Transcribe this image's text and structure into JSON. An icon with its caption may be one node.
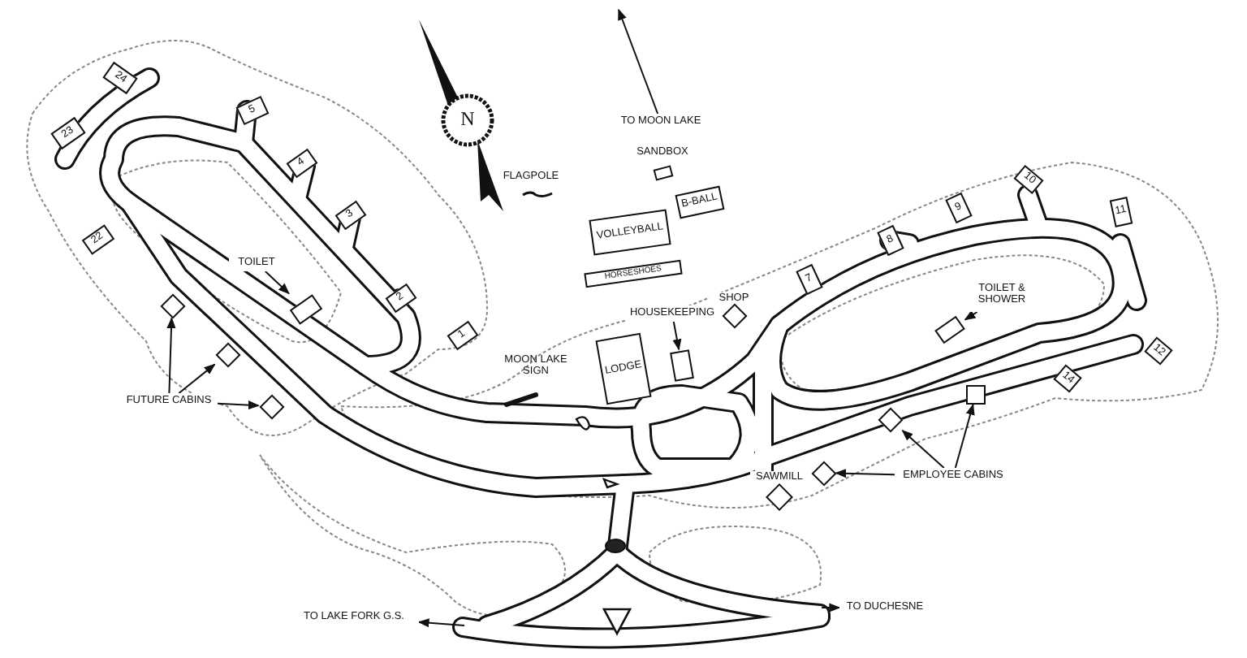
{
  "diagram": {
    "nodes": [
      {
        "text": [
          "24"
        ]
      },
      {
        "text": [
          "23"
        ]
      },
      {
        "text": [
          "5"
        ]
      },
      {
        "text": [
          "4"
        ]
      },
      {
        "text": [
          "3"
        ]
      },
      {
        "text": [
          "22"
        ]
      },
      {
        "text": [
          "2"
        ]
      },
      {
        "text": [
          "1"
        ]
      },
      {
        "text": [
          "TOILET"
        ]
      },
      {
        "text": [],
        "shape": "box"
      },
      {
        "text": [
          "FUTURE CABINS"
        ]
      },
      {
        "text": [],
        "shape": "diamond"
      },
      {
        "text": [],
        "shape": "diamond"
      },
      {
        "text": [],
        "shape": "diamond"
      },
      {
        "text": [
          "SANDBOX"
        ]
      },
      {
        "text": [
          "B-BALL"
        ]
      },
      {
        "text": [
          "VOLLEYBALL"
        ]
      },
      {
        "text": [
          "HORSESHOES"
        ]
      },
      {
        "text": [
          "HOUSEKEEPING"
        ]
      },
      {
        "text": [],
        "shape": "box"
      },
      {
        "text": [
          "LODGE"
        ]
      },
      {
        "text": [
          "SHOP"
        ]
      },
      {
        "text": [
          "7"
        ]
      },
      {
        "text": [
          "8"
        ]
      },
      {
        "text": [
          "9"
        ]
      },
      {
        "text": [
          "10"
        ]
      },
      {
        "text": [
          "11"
        ]
      },
      {
        "text": [
          "TOILET & SHOWER"
        ]
      },
      {
        "text": [],
        "shape": "box"
      },
      {
        "text": [
          "12"
        ]
      },
      {
        "text": [
          "14"
        ]
      },
      {
        "text": [
          "SAWMILL"
        ]
      },
      {
        "text": [],
        "shape": "diamond"
      },
      {
        "text": [],
        "shape": "diamond"
      },
      {
        "text": [],
        "shape": "box"
      },
      {
        "text": [
          "EMPLOYEE CABINS"
        ]
      },
      {
        "text": [
          "TO MOON LAKE"
        ]
      },
      {
        "text": [
          "TO LAKE FORK G.S."
        ]
      },
      {
        "text": [
          "TO DUCHESNE"
        ]
      }
    ],
    "edges": [
      {
        "from": 8,
        "to": 9,
        "arrow": "to"
      },
      {
        "from": 10,
        "to": 11,
        "arrow": "to"
      },
      {
        "from": 10,
        "to": 12,
        "arrow": "to"
      },
      {
        "from": 10,
        "to": 13,
        "arrow": "to"
      },
      {
        "from": 18,
        "to": 19,
        "arrow": "to"
      },
      {
        "from": 27,
        "to": 28,
        "arrow": "to"
      },
      {
        "from": 35,
        "to": 32,
        "arrow": "to"
      },
      {
        "from": 35,
        "to": 33,
        "arrow": "to"
      },
      {
        "from": 35,
        "to": 34,
        "arrow": "to"
      },
      {
        "from": 36,
        "to": null,
        "arrow": "to"
      },
      {
        "from": null,
        "to": 37,
        "arrow": "to"
      },
      {
        "from": null,
        "to": 38,
        "arrow": "to"
      }
    ],
    "labels": [
      "N",
      "FLAGPOLE",
      "MOON LAKE SIGN"
    ]
  }
}
